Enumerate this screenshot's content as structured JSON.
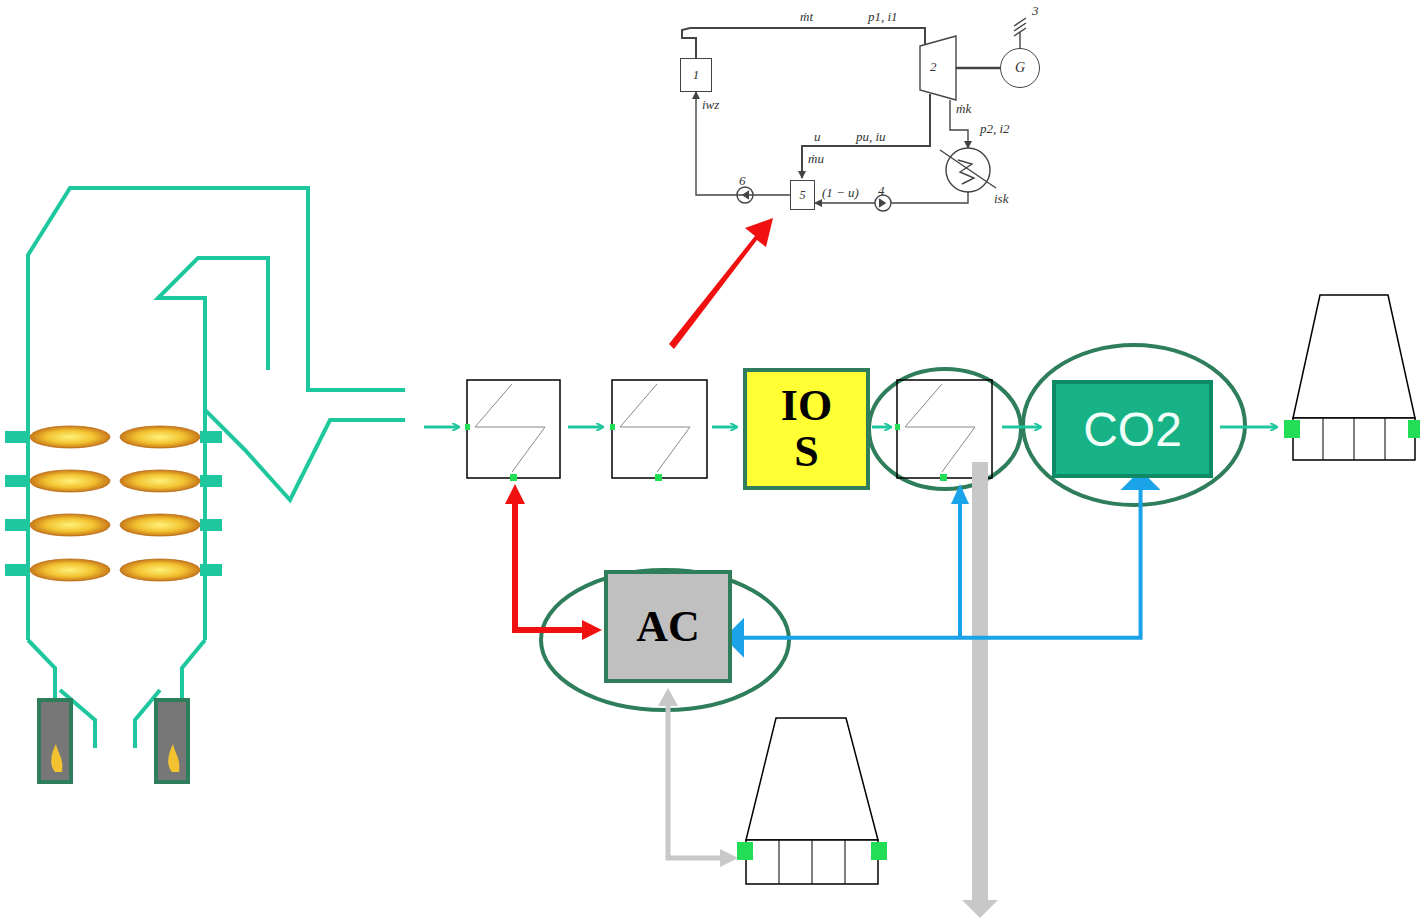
{
  "diagram": {
    "nodes": [
      {
        "text": [
          "1"
        ]
      },
      {
        "text": [
          "G"
        ]
      },
      {
        "text": [
          "5"
        ]
      },
      {
        "text": [
          "IO S"
        ]
      },
      {
        "text": [
          "CO2"
        ]
      },
      {
        "text": [
          "AC"
        ]
      }
    ],
    "edges": [
      {
        "from": 2,
        "to": 0,
        "arrow": "to"
      },
      {
        "from": 5,
        "to": 4,
        "arrow": "both"
      }
    ],
    "labels": [
      "ṁt",
      "p1, i1",
      "3",
      "2",
      "iwz",
      "ṁk",
      "p2, i2",
      "u",
      "pu, iu",
      "ṁu",
      "(1 − u)",
      "4",
      "6",
      "isk"
    ]
  }
}
